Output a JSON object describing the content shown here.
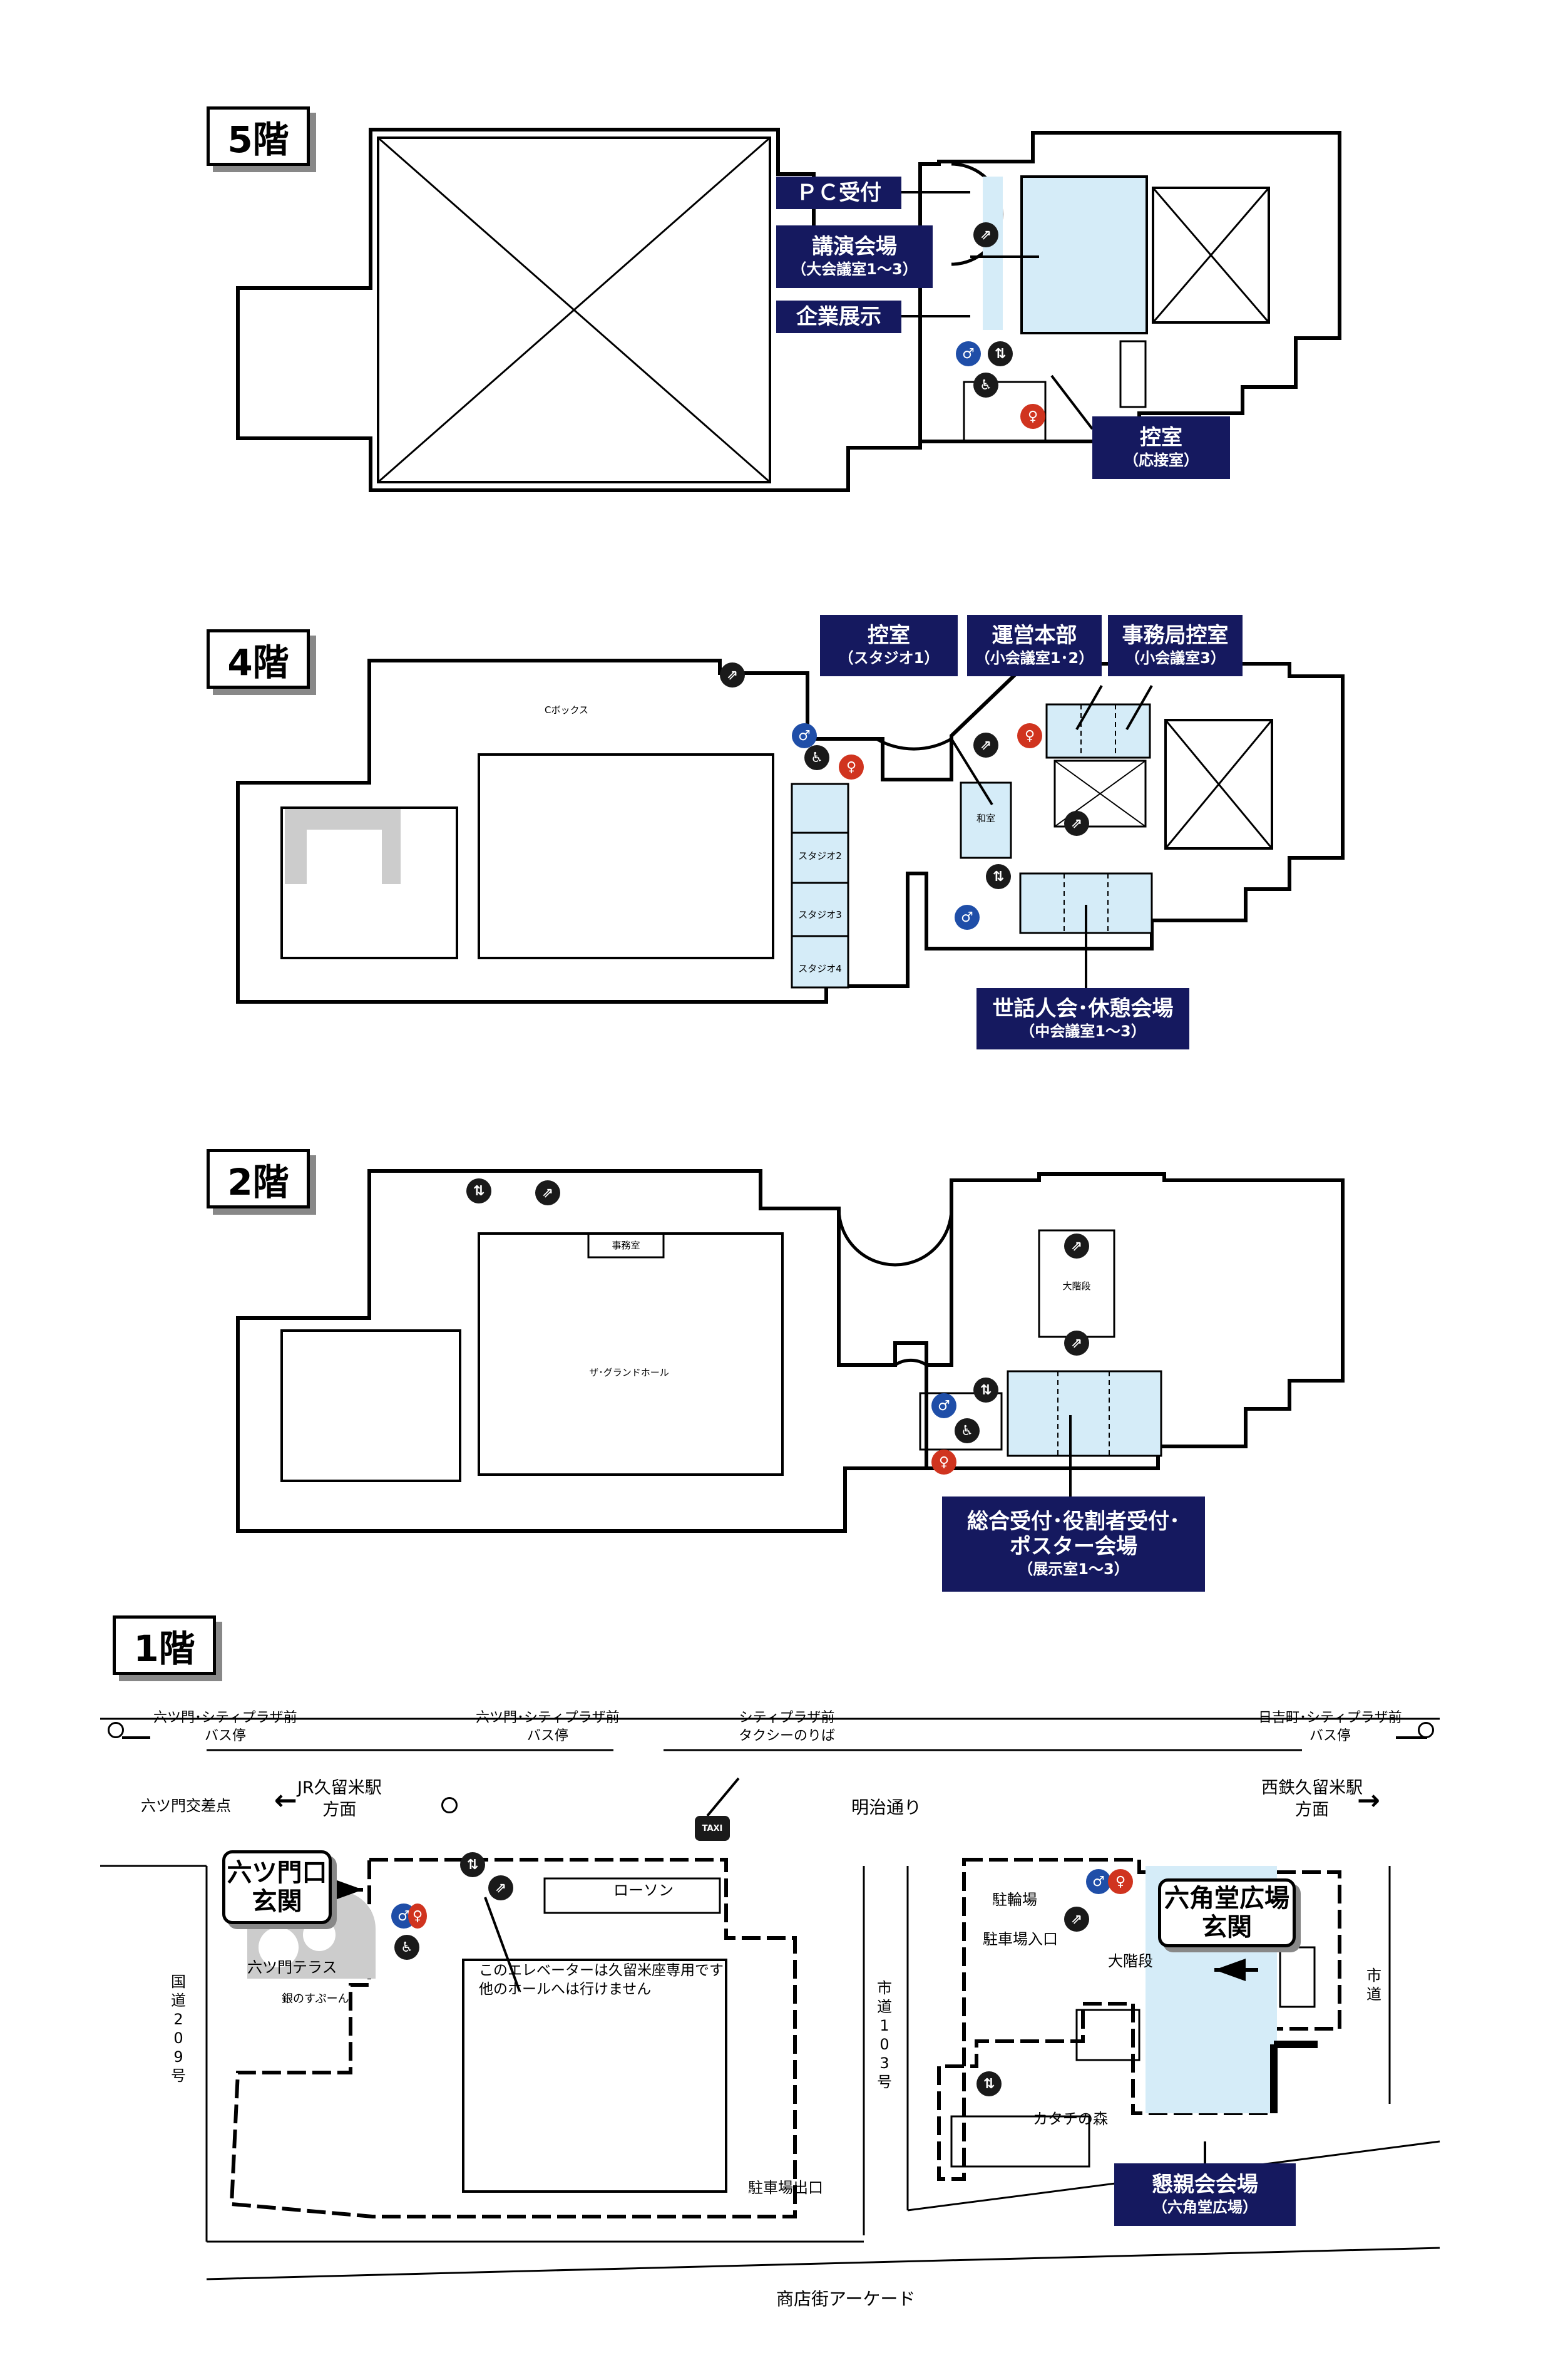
{
  "floors": {
    "f5": {
      "tag": "5階",
      "labels": [
        {
          "main": "ＰＣ受付",
          "sub": ""
        },
        {
          "main": "講演会場",
          "sub": "（大会議室1～3）"
        },
        {
          "main": "企業展示",
          "sub": ""
        },
        {
          "main": "控室",
          "sub": "（応接室）"
        }
      ]
    },
    "f4": {
      "tag": "4階",
      "labels": [
        {
          "main": "控室",
          "sub": "（スタジオ1）"
        },
        {
          "main": "運営本部",
          "sub": "（小会議室1･2）"
        },
        {
          "main": "事務局控室",
          "sub": "（小会議室3）"
        },
        {
          "main": "世話人会･休憩会場",
          "sub": "（中会議室1～3）"
        }
      ],
      "rooms": [
        "Cボックス",
        "スタジオ2",
        "スタジオ3",
        "スタジオ4",
        "和室"
      ]
    },
    "f2": {
      "tag": "2階",
      "labels": [
        {
          "main": "総合受付･役割者受付･",
          "main2": "ポスター会場",
          "sub": "（展示室1～3）"
        }
      ],
      "rooms": [
        "事務室",
        "ザ･グランドホール",
        "大階段"
      ]
    },
    "f1": {
      "tag": "1階",
      "entrances": [
        {
          "line1": "六ツ門口",
          "line2": "玄関"
        },
        {
          "line1": "六角堂広場",
          "line2": "玄関"
        }
      ],
      "labels": [
        {
          "main": "懇親会会場",
          "sub": "（六角堂広場）"
        }
      ],
      "bus_stops": [
        {
          "line1": "六ツ門･シティプラザ前",
          "line2": "バス停"
        },
        {
          "line1": "六ツ門･シティプラザ前",
          "line2": "バス停"
        },
        {
          "line1": "日吉町･シティプラザ前",
          "line2": "バス停"
        }
      ],
      "taxi": {
        "line1": "シティプラザ前",
        "line2": "タクシーのりば",
        "icon": "TAXI"
      },
      "directions": [
        {
          "line1": "JR久留米駅",
          "line2": "方面",
          "arrow": "←"
        },
        {
          "line1": "西鉄久留米駅",
          "line2": "方面",
          "arrow": "→"
        }
      ],
      "streets": {
        "intersection": "六ツ門交差点",
        "main_road": "明治通り",
        "arcade": "商店街アーケード",
        "route209": "国道209号",
        "route103": "市道103号",
        "city_road": "市道"
      },
      "places": [
        "六ツ門テラス",
        "銀のすぷーん",
        "ローソン",
        "駐車場出口",
        "駐輪場",
        "駐車場入口",
        "大階段",
        "カタチの森"
      ],
      "elevator_note": [
        "このエレベーターは久留米座専用です",
        "他のホールへは行けません"
      ]
    }
  },
  "colors": {
    "label_bg": "#15195f",
    "venue_fill": "#d5ecf8",
    "men": "#1f4ea8",
    "women": "#d0341f",
    "shadow": "#888888"
  },
  "icons": [
    "escalator-icon",
    "elevator-icon",
    "wheelchair-icon",
    "men-restroom-icon",
    "women-restroom-icon",
    "bus-stop-icon",
    "taxi-icon",
    "arrow-icon"
  ]
}
